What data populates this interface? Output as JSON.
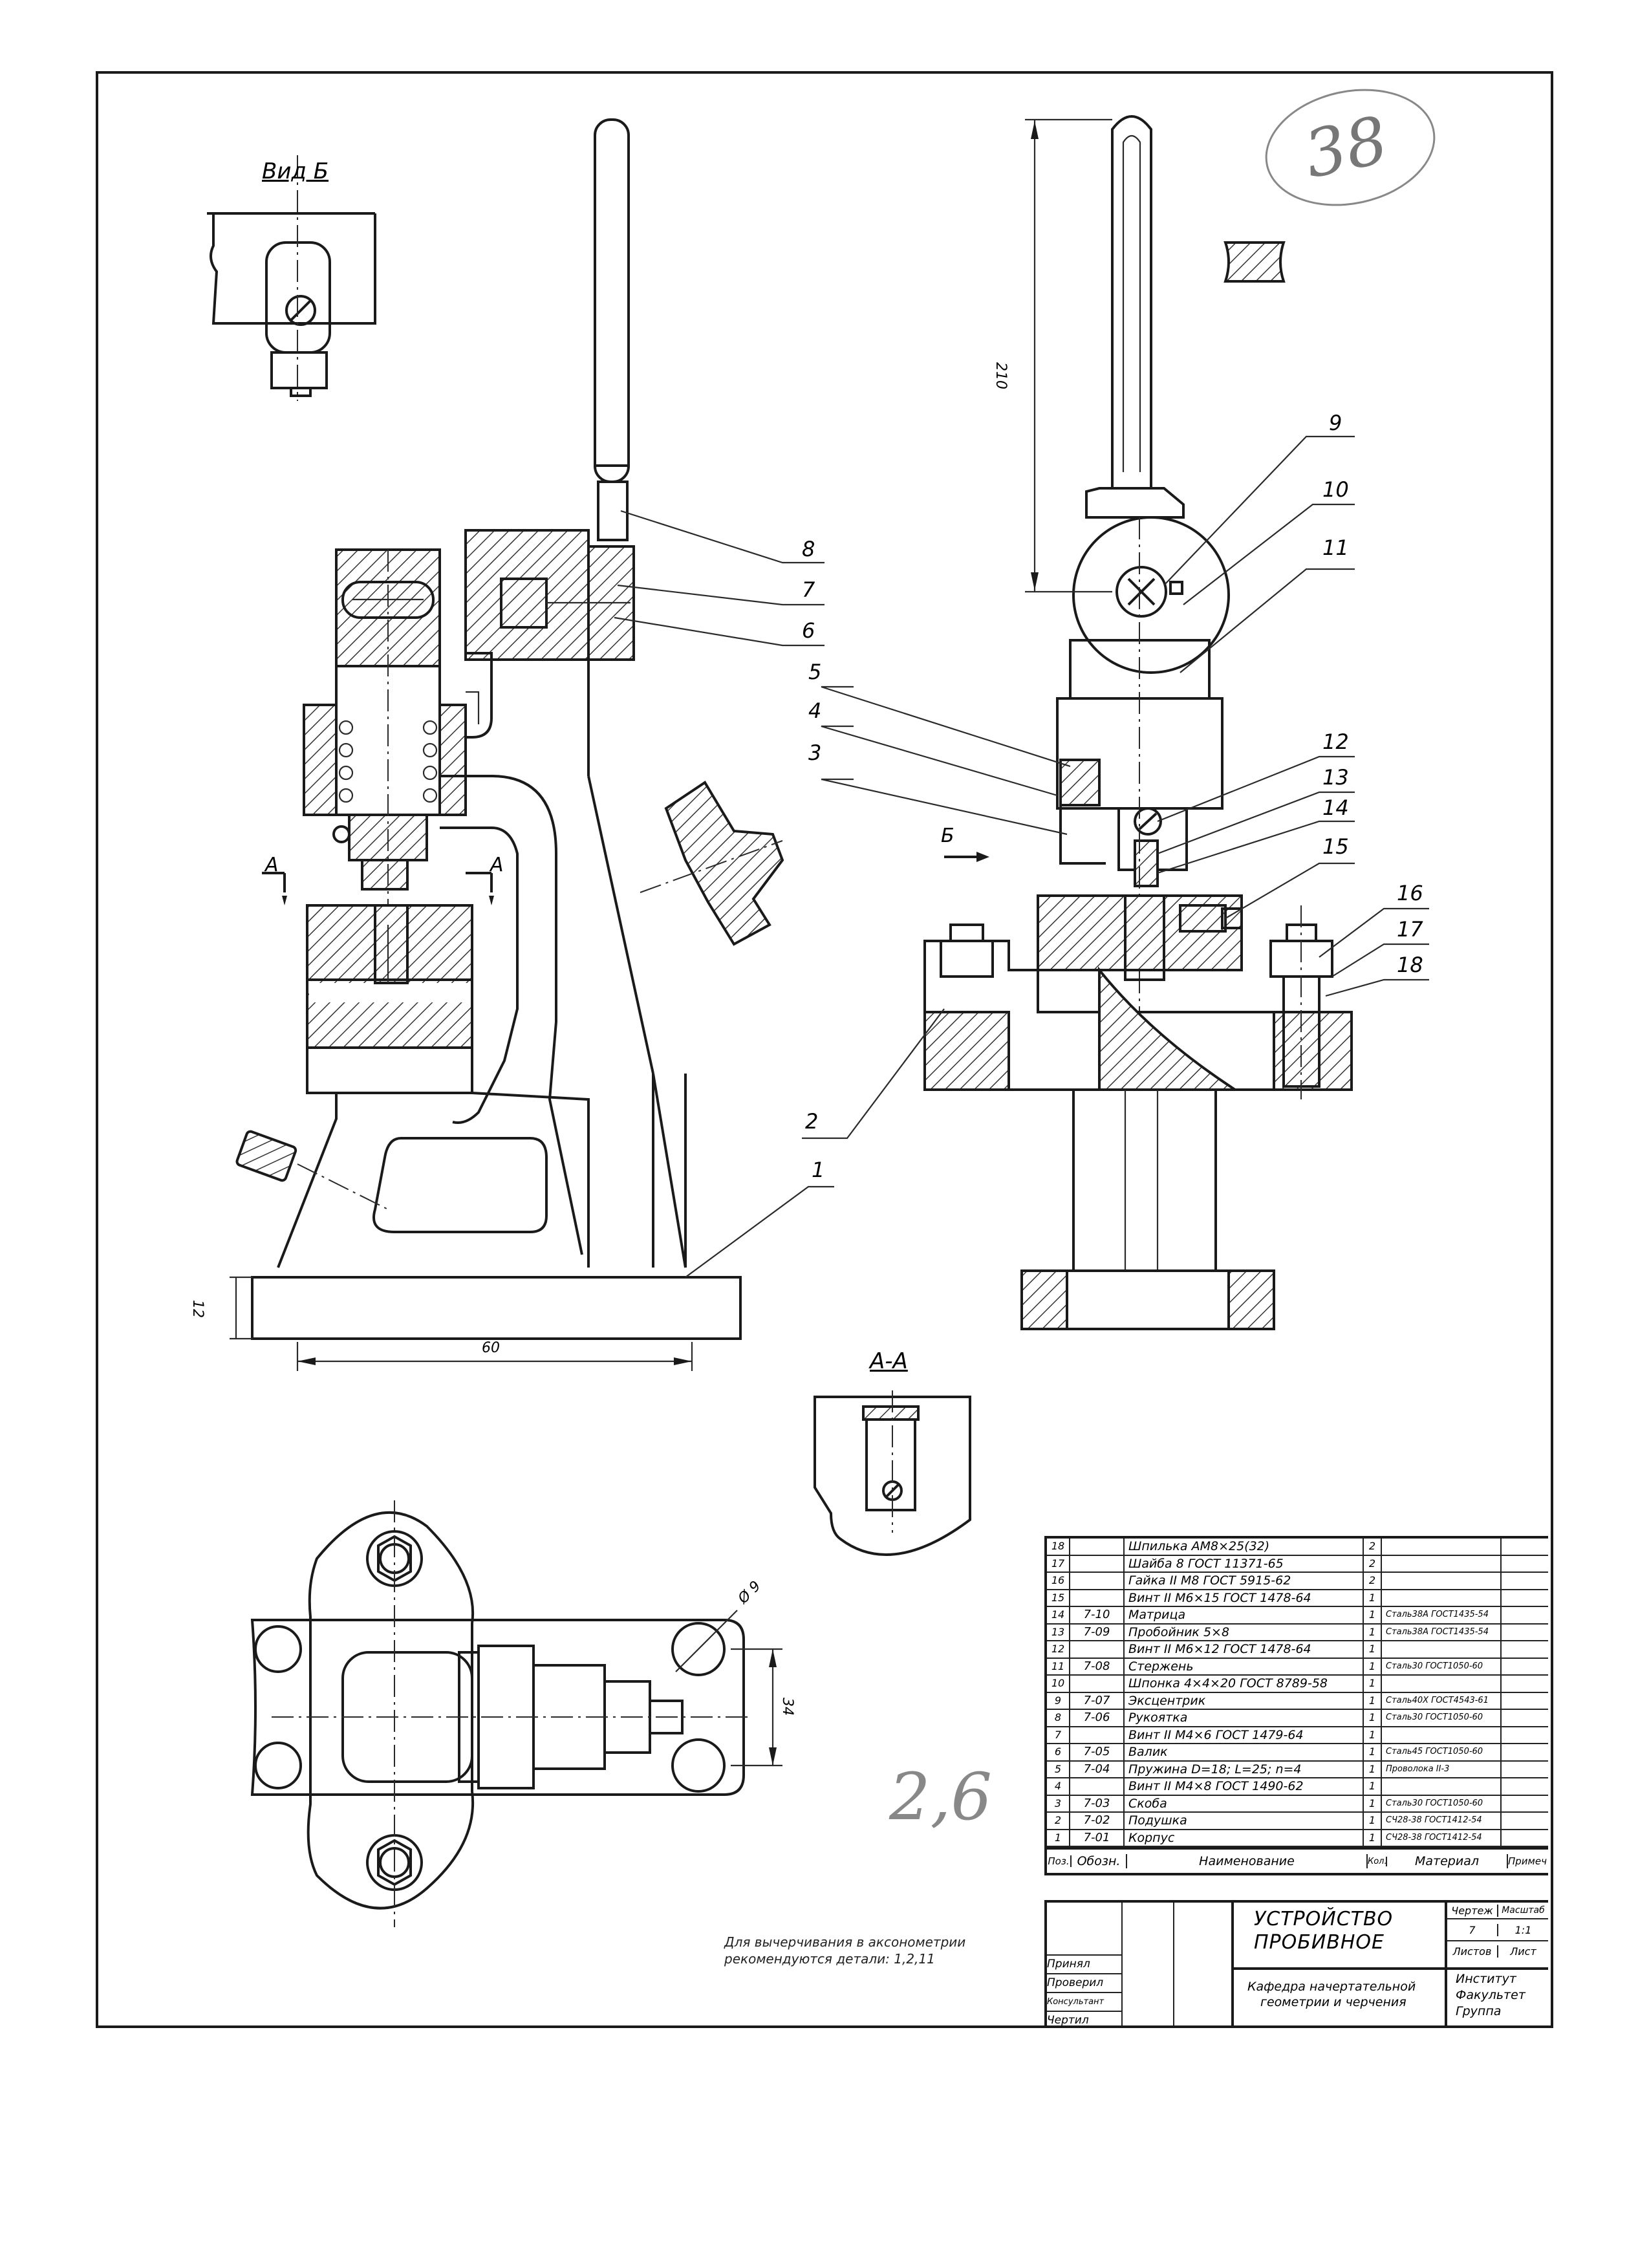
{
  "views": {
    "view_b": "Вид Б",
    "section_aa": "А-А",
    "cut_a_left": "А",
    "cut_a_right": "А",
    "arrow_b": "Б"
  },
  "dimensions": {
    "height_210": "210",
    "base_height": "12",
    "base_length": "60",
    "hole_dia": "Ø 9",
    "hole_spacing": "34"
  },
  "callouts": [
    "1",
    "2",
    "3",
    "4",
    "5",
    "6",
    "7",
    "8",
    "9",
    "10",
    "11",
    "12",
    "13",
    "14",
    "15",
    "16",
    "17",
    "18"
  ],
  "handwritten": {
    "circled_number": "38",
    "grade": "2,6"
  },
  "note": {
    "line1": "Для вычерчивания в аксонометрии",
    "line2": "рекомендуются детали: 1,2,11"
  },
  "parts_list": {
    "headers": [
      "Поз.",
      "Обозн.",
      "Наименование",
      "Кол.",
      "Материал",
      "Примеч."
    ],
    "rows": [
      {
        "pos": "18",
        "code": "",
        "name": "Шпилька АМ8×25(32)",
        "qty": "2",
        "material": ""
      },
      {
        "pos": "17",
        "code": "",
        "name": "Шайба 8 ГОСТ 11371-65",
        "qty": "2",
        "material": ""
      },
      {
        "pos": "16",
        "code": "",
        "name": "Гайка II М8 ГОСТ 5915-62",
        "qty": "2",
        "material": ""
      },
      {
        "pos": "15",
        "code": "",
        "name": "Винт II М6×15 ГОСТ 1478-64",
        "qty": "1",
        "material": ""
      },
      {
        "pos": "14",
        "code": "7-10",
        "name": "Матрица",
        "qty": "1",
        "material": "Сталь38А ГОСТ1435-54"
      },
      {
        "pos": "13",
        "code": "7-09",
        "name": "Пробойник 5×8",
        "qty": "1",
        "material": "Сталь38А ГОСТ1435-54"
      },
      {
        "pos": "12",
        "code": "",
        "name": "Винт II М6×12 ГОСТ 1478-64",
        "qty": "1",
        "material": ""
      },
      {
        "pos": "11",
        "code": "7-08",
        "name": "Стержень",
        "qty": "1",
        "material": "Сталь30 ГОСТ1050-60"
      },
      {
        "pos": "10",
        "code": "",
        "name": "Шпонка 4×4×20 ГОСТ 8789-58",
        "qty": "1",
        "material": ""
      },
      {
        "pos": "9",
        "code": "7-07",
        "name": "Эксцентрик",
        "qty": "1",
        "material": "Сталь40Х ГОСТ4543-61"
      },
      {
        "pos": "8",
        "code": "7-06",
        "name": "Рукоятка",
        "qty": "1",
        "material": "Сталь30 ГОСТ1050-60"
      },
      {
        "pos": "7",
        "code": "",
        "name": "Винт II М4×6 ГОСТ 1479-64",
        "qty": "1",
        "material": ""
      },
      {
        "pos": "6",
        "code": "7-05",
        "name": "Валик",
        "qty": "1",
        "material": "Сталь45 ГОСТ1050-60"
      },
      {
        "pos": "5",
        "code": "7-04",
        "name": "Пружина D=18; L=25; n=4",
        "qty": "1",
        "material": "Проволока II-3"
      },
      {
        "pos": "4",
        "code": "",
        "name": "Винт II М4×8 ГОСТ 1490-62",
        "qty": "1",
        "material": ""
      },
      {
        "pos": "3",
        "code": "7-03",
        "name": "Скоба",
        "qty": "1",
        "material": "Сталь30 ГОСТ1050-60"
      },
      {
        "pos": "2",
        "code": "7-02",
        "name": "Подушка",
        "qty": "1",
        "material": "СЧ28-38 ГОСТ1412-54"
      },
      {
        "pos": "1",
        "code": "7-01",
        "name": "Корпус",
        "qty": "1",
        "material": "СЧ28-38 ГОСТ1412-54"
      }
    ]
  },
  "title_block": {
    "title_line1": "УСТРОЙСТВО",
    "title_line2": "ПРОБИВНОЕ",
    "drawing_label": "Чертеж",
    "scale_label": "Масштаб",
    "sheet_no": "7",
    "scale": "1:1",
    "sheets_label": "Листов",
    "sheet_label": "Лист",
    "department_line1": "Кафедра начертательной",
    "department_line2": "геометрии и черчения",
    "institute": "Институт",
    "faculty": "Факультет",
    "group": "Группа",
    "roles": [
      "Принял",
      "Проверил",
      "Консультант",
      "Чертил"
    ]
  }
}
